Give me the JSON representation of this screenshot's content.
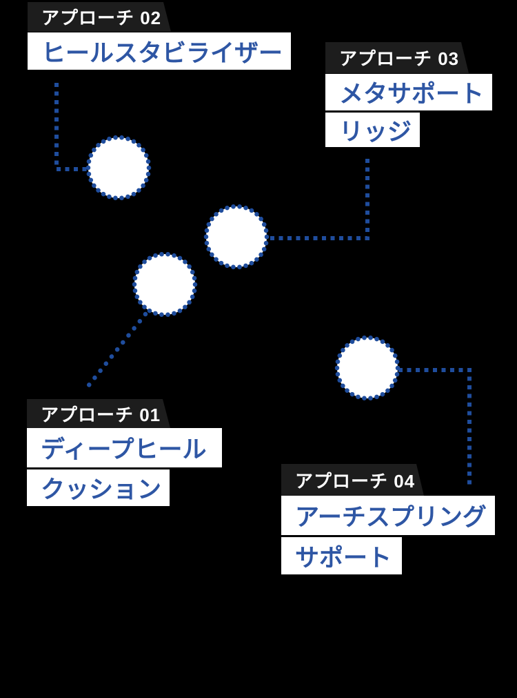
{
  "colors": {
    "background": "#000000",
    "tag_bg": "#1d1d1d",
    "tag_text": "#ffffff",
    "label_bg": "#ffffff",
    "label_text": "#2e56a4",
    "dot_color": "#1f4d9d"
  },
  "approaches": [
    {
      "id": "01",
      "tag": "アプローチ 01",
      "lines": [
        "ディープヒール",
        "クッション"
      ]
    },
    {
      "id": "02",
      "tag": "アプローチ 02",
      "lines": [
        "ヒールスタビライザー"
      ]
    },
    {
      "id": "03",
      "tag": "アプローチ 03",
      "lines": [
        "メタサポート",
        "リッジ"
      ]
    },
    {
      "id": "04",
      "tag": "アプローチ 04",
      "lines": [
        "アーチスプリング",
        "サポート"
      ]
    }
  ]
}
